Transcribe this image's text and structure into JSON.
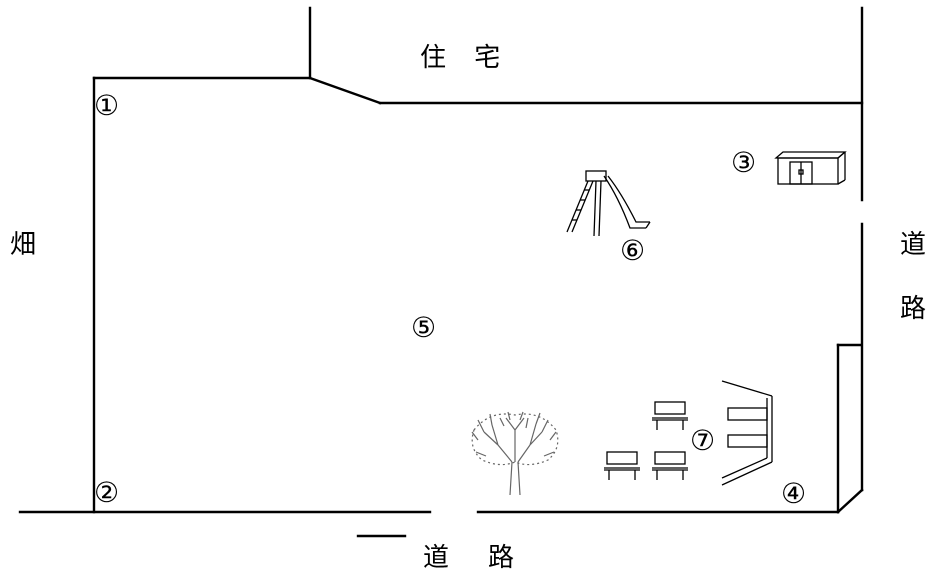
{
  "labels": {
    "top_road_label": "住 宅",
    "left_label": "畑",
    "right_label_1": "道",
    "right_label_2": "路",
    "bottom_label_1": "道",
    "bottom_label_2": "路"
  },
  "markers": {
    "m1": "①",
    "m2": "②",
    "m3": "③",
    "m4": "④",
    "m5": "⑤",
    "m6": "⑥",
    "m7": "⑦"
  },
  "icons": {
    "slide": "slide-icon",
    "shed": "storage-shed-icon",
    "tree": "tree-icon",
    "bench": "bench-icon",
    "planter": "planter-rack-icon"
  }
}
